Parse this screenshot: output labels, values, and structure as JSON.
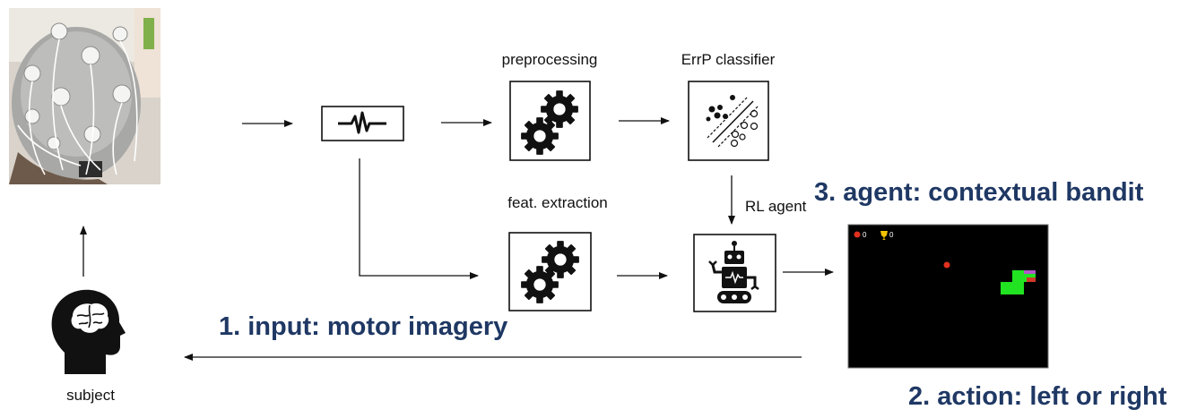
{
  "labels": {
    "preprocessing": "preprocessing",
    "errp_classifier": "ErrP classifier",
    "feat_extraction": "feat. extraction",
    "rl_agent": "RL agent",
    "subject": "subject",
    "input": "1. input: motor imagery",
    "agent": "3. agent: contextual bandit",
    "action": "2. action: left or right"
  },
  "game": {
    "apples_count": "0",
    "trophy_count": "0"
  },
  "colors": {
    "title_blue": "#1f3864",
    "game_background": "#000000",
    "snake_green": "#21e321",
    "apple_red": "#e0301e"
  }
}
